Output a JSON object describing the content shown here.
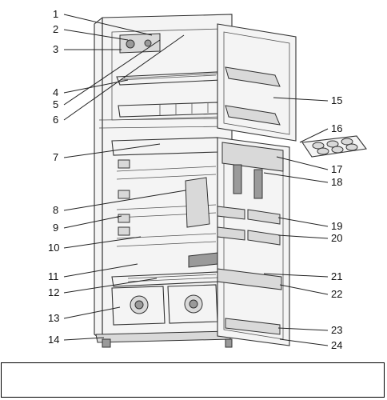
{
  "diagram": {
    "callouts": [
      "1",
      "2",
      "3",
      "4",
      "5",
      "6",
      "7",
      "8",
      "9",
      "10",
      "11",
      "12",
      "13",
      "14",
      "15",
      "16",
      "17",
      "18",
      "19",
      "20",
      "21",
      "22",
      "23",
      "24"
    ]
  },
  "caption": {
    "text": ""
  }
}
